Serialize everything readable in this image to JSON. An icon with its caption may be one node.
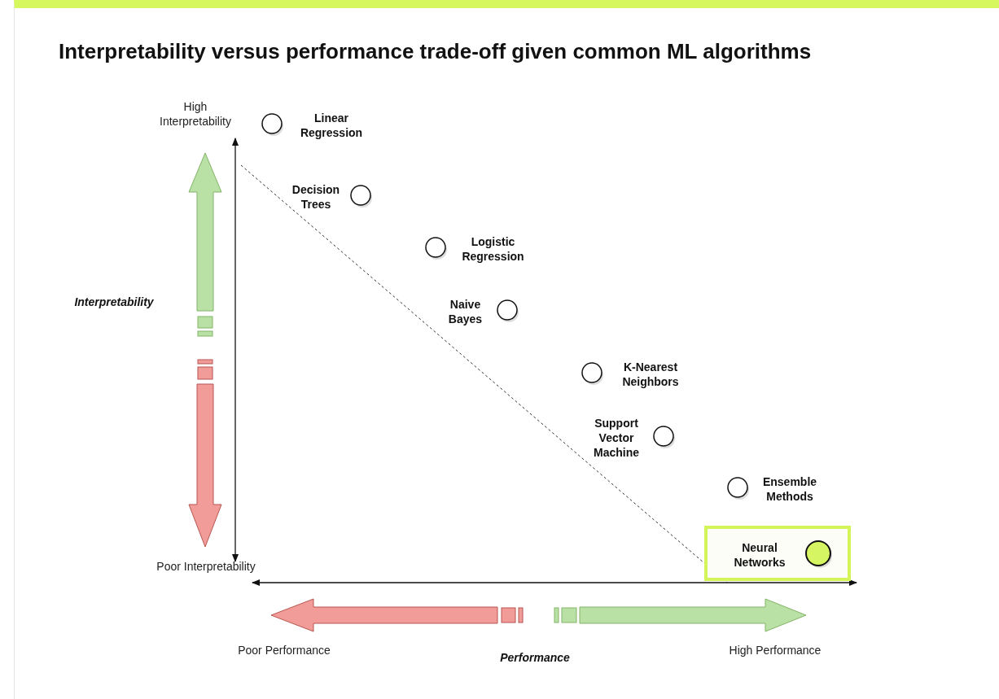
{
  "diagram": {
    "title": "Interpretability versus performance trade-off given common ML algorithms",
    "nodes": [
      {
        "text": [
          "Linear Regression"
        ]
      },
      {
        "text": [
          "Decision Trees"
        ]
      },
      {
        "text": [
          "Logistic Regression"
        ]
      },
      {
        "text": [
          "Naive Bayes"
        ]
      },
      {
        "text": [
          "K-Nearest Neighbors"
        ]
      },
      {
        "text": [
          "Support Vector Machine"
        ]
      },
      {
        "text": [
          "Ensemble Methods"
        ]
      },
      {
        "text": [],
        "shape": "box"
      },
      {
        "text": [
          "Neural Networks"
        ],
        "in": 7
      }
    ],
    "edges": [],
    "labels": [
      "High Interpretability",
      "Interpretability",
      "Poor Interpretability",
      "Poor Performance",
      "Performance",
      "High Performance"
    ]
  }
}
